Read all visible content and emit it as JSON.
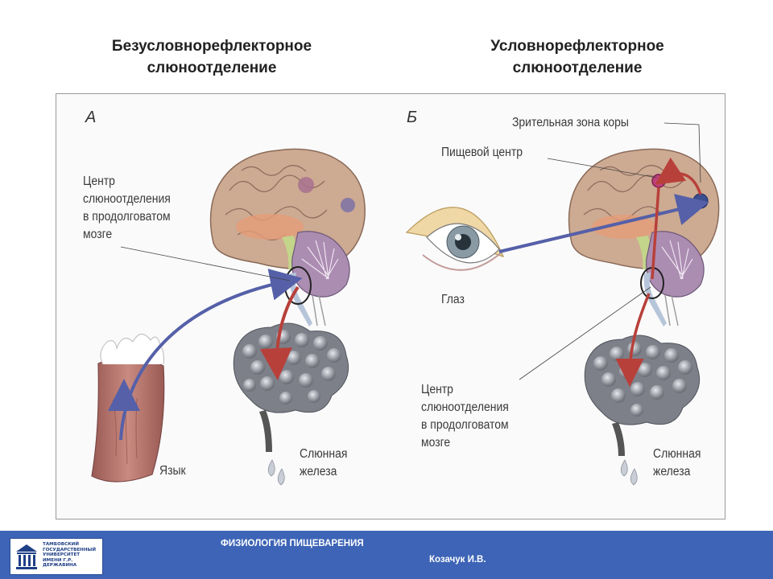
{
  "titles": {
    "left": "Безусловнорефлекторное слюноотделение",
    "right": "Условнорефлекторное слюноотделение"
  },
  "panel_a": {
    "letter": "А",
    "center_label": "Центр\nслюноотделения\nв продолговатом\nмозге",
    "tongue_label": "Язык",
    "gland_label": "Слюнная\nжелеза"
  },
  "panel_b": {
    "letter": "Б",
    "visual_cortex_label": "Зрительная зона коры",
    "food_center_label": "Пищевой центр",
    "eye_label": "Глаз",
    "center_label": "Центр\nслюноотделения\nв продолговатом\nмозге",
    "gland_label": "Слюнная\nжелеза"
  },
  "footer": {
    "course": "ФИЗИОЛОГИЯ ПИЩЕВАРЕНИЯ",
    "author": "Козачук И.В.",
    "logo_text": "ТАМБОВСКИЙ\nГОСУДАРСТВЕННЫЙ\nУНИВЕРСИТЕТ\nИМЕНИ Г.Р. ДЕРЖАВИНА",
    "background_color": "#3d64b6"
  },
  "colors": {
    "afferent_arrow": "#5560a8",
    "efferent_arrow": "#b8403a",
    "brain": "#c9a48c",
    "cerebellum": "#a98bb0",
    "gland": "#7d8089"
  }
}
